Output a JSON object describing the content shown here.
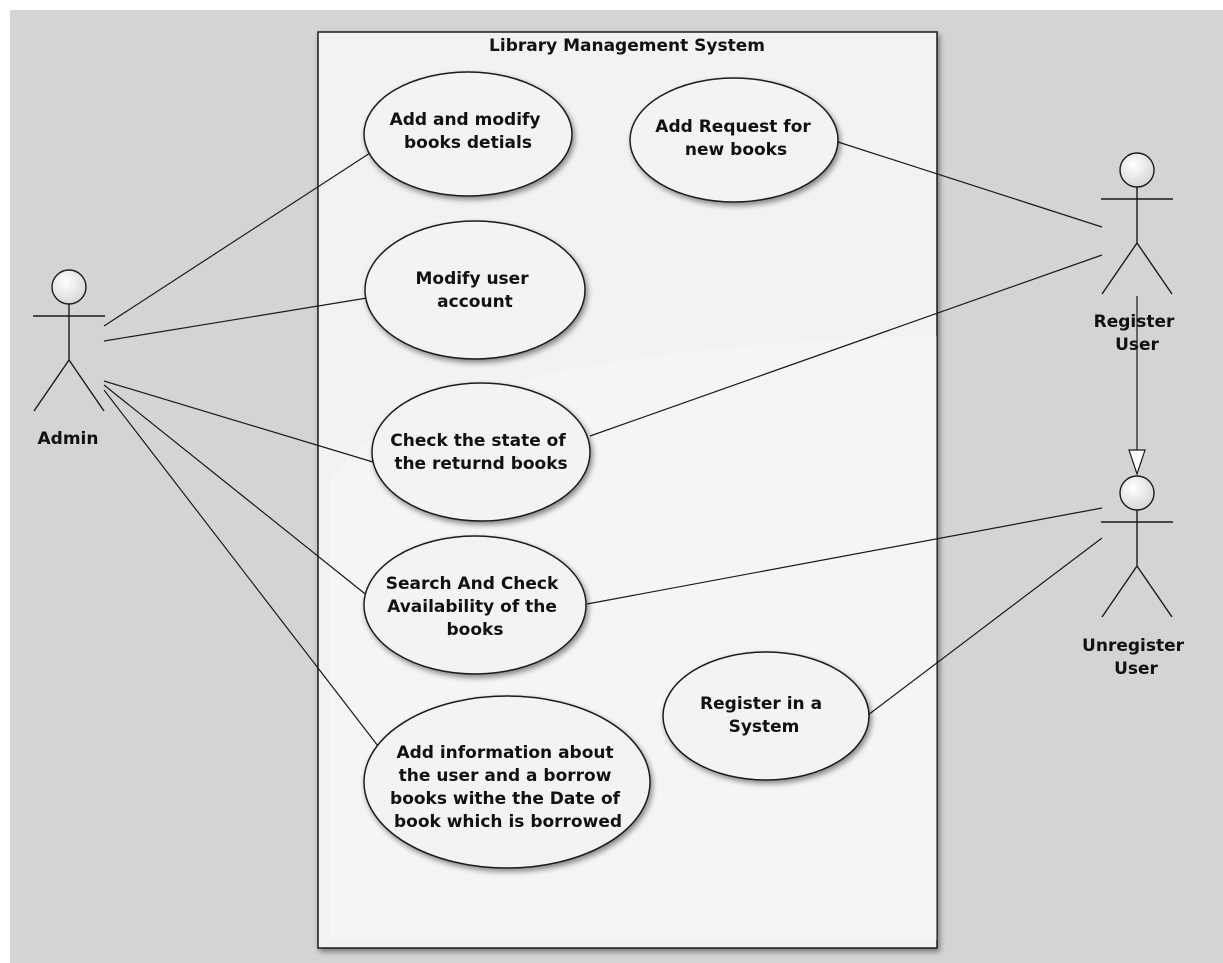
{
  "colors": {
    "background": "#d4d4d4",
    "system_box": "#f2f2f2",
    "ellipse_fill": "#f3f3f3",
    "line": "#1a1a1a"
  },
  "system": {
    "title": "Library Management System"
  },
  "actors": {
    "admin": {
      "label": "Admin"
    },
    "register_user": {
      "line1": "Register",
      "line2": "User"
    },
    "unregister_user": {
      "line1": "Unregister",
      "line2": "User"
    }
  },
  "use_cases": {
    "add_modify_books": {
      "lines": [
        "Add and modify",
        "books detials"
      ]
    },
    "add_request": {
      "lines": [
        "Add Request for",
        "new books"
      ]
    },
    "modify_user": {
      "lines": [
        "Modify user",
        "account"
      ]
    },
    "check_state": {
      "lines": [
        "Check the state of",
        "the returnd books"
      ]
    },
    "search_check": {
      "lines": [
        "Search And Check",
        "Availability of the",
        "books"
      ]
    },
    "register_system": {
      "lines": [
        "Register in a",
        "System"
      ]
    },
    "add_information": {
      "lines": [
        "Add information about",
        "the user and a borrow",
        "books withe the Date of",
        "book which is borrowed"
      ]
    }
  }
}
